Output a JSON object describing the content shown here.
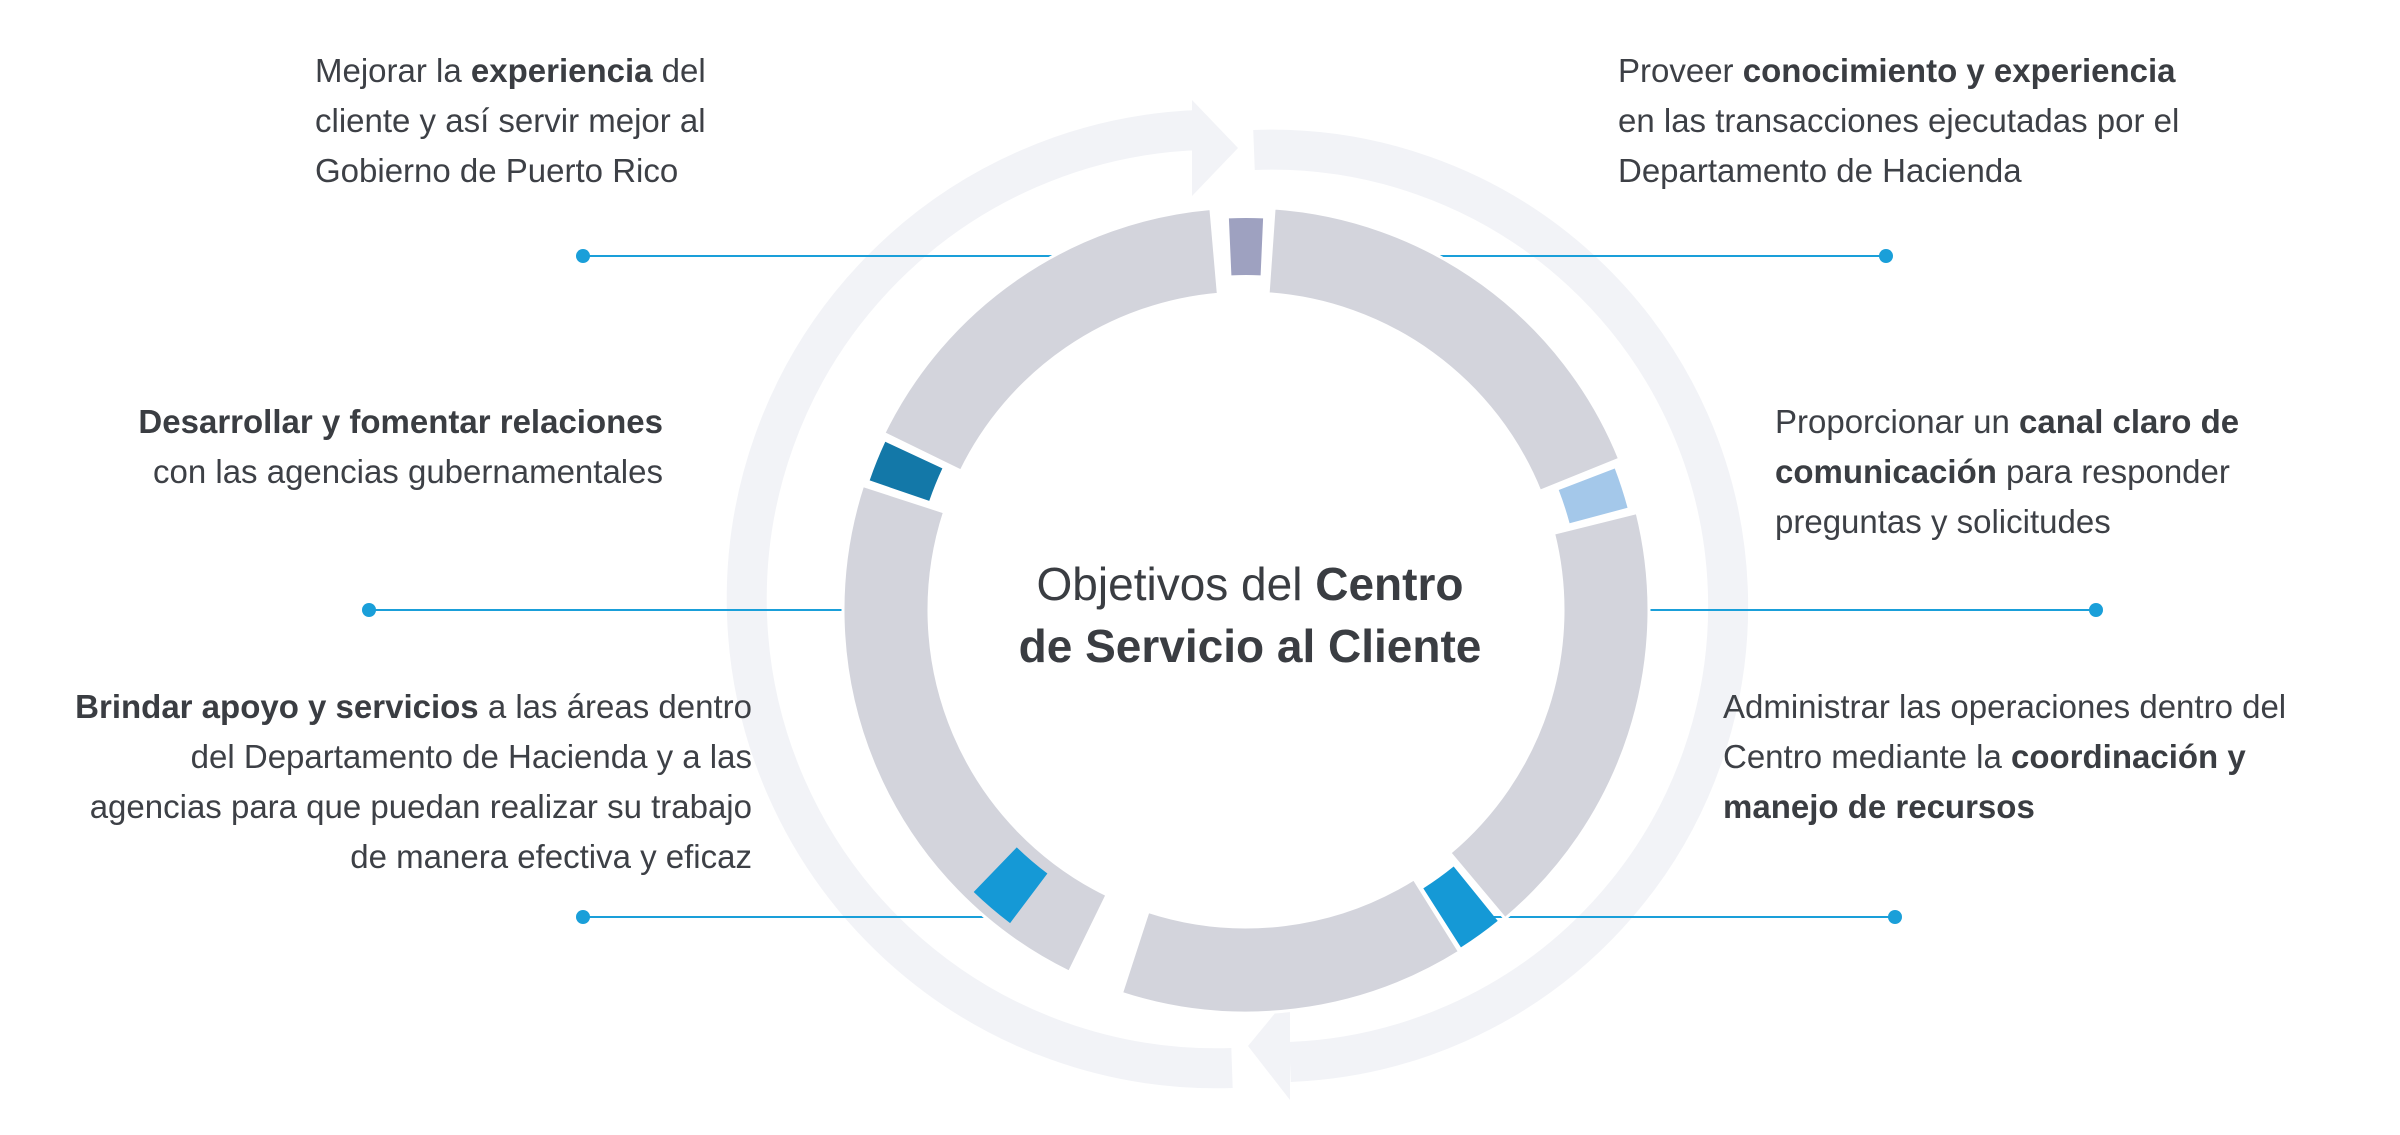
{
  "title": {
    "plain": "Objetivos del",
    "bold_line1": "Centro",
    "bold_line2": "de Servicio al Cliente"
  },
  "objectives": [
    {
      "id": "top-left",
      "line1_pre": "Mejorar la ",
      "line1_bold": "experiencia",
      "line1_post": " del",
      "line2": "cliente y así servir mejor al",
      "line3": "Gobierno de Puerto Rico"
    },
    {
      "id": "top-right",
      "line1_pre": "Proveer ",
      "line1_bold": "conocimiento y experiencia",
      "line2": "en las transacciones ejecutadas por el",
      "line3": "Departamento de Hacienda"
    },
    {
      "id": "middle-left",
      "line1_bold": "Desarrollar y fomentar relaciones",
      "line2": "con las agencias gubernamentales"
    },
    {
      "id": "middle-right",
      "line1_pre": "Proporcionar un ",
      "line1_bold": "canal claro de",
      "line2_bold": "comunicación",
      "line2_post": " para responder",
      "line3": "preguntas y solicitudes"
    },
    {
      "id": "bottom-left",
      "line1_bold": "Brindar apoyo y servicios",
      "line1_post": " a las áreas dentro",
      "line2": "del Departamento de Hacienda y a las",
      "line3": "agencias para que puedan realizar su trabajo",
      "line4": "de manera efectiva y eficaz"
    },
    {
      "id": "bottom-right",
      "line1": "Administrar las operaciones dentro del",
      "line2_pre": "Centro mediante la ",
      "line2_bold": "coordinación y",
      "line3_bold": "manejo de recursos"
    }
  ],
  "colors": {
    "ring_segment": "#d3d4dc",
    "outer_arrow": "#f2f3f7",
    "connector_line": "#1a9fd9",
    "connector_dot": "#1a9fd9",
    "accent_top": "#9ea1c0",
    "accent_right": "#a4c8ea",
    "accent_bottom_right": "#1599d6",
    "accent_bottom_left": "#1599d6",
    "accent_left": "#1378a8",
    "text": "#3d4046"
  }
}
